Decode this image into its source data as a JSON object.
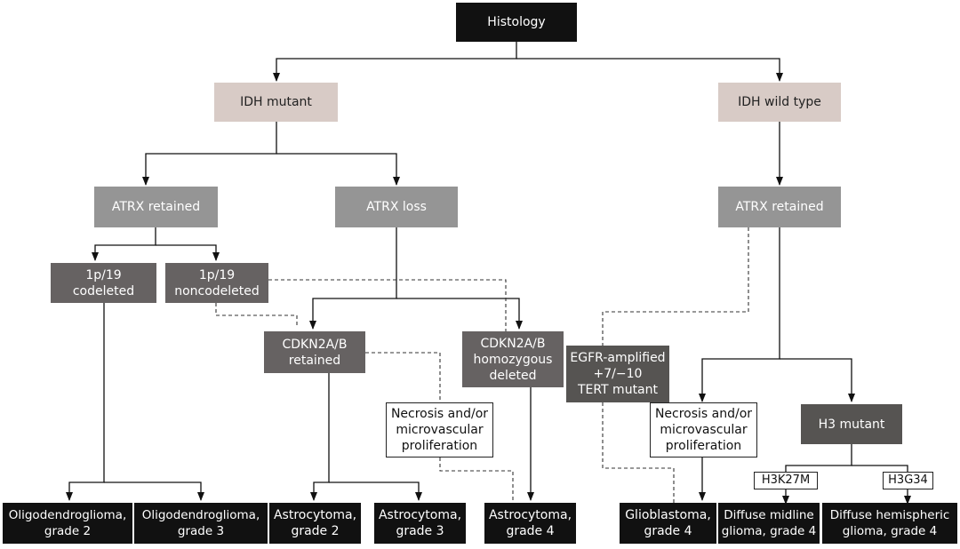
{
  "nodes": {
    "histology": "Histology",
    "idh_mutant": "IDH mutant",
    "idh_wildtype": "IDH wild type",
    "atrx_retained_left": "ATRX retained",
    "atrx_loss": "ATRX loss",
    "atrx_retained_right": "ATRX retained",
    "codeleted": "1p/19\ncodeleted",
    "noncodeleted": "1p/19\nnoncodeleted",
    "cdkn_retained": "CDKN2A/B\nretained",
    "cdkn_deleted": "CDKN2A/B\nhomozygous\ndeleted",
    "egfr": "EGFR-amplified\n+7/−10\nTERT mutant",
    "necrosis_left": "Necrosis and/or\nmicrovascular\nproliferation",
    "necrosis_right": "Necrosis and/or\nmicrovascular\nproliferation",
    "h3_mutant": "H3 mutant",
    "h3k27m": "H3K27M",
    "h3g34": "H3G34",
    "oligo2": "Oligodendroglioma,\ngrade 2",
    "oligo3": "Oligodendroglioma,\ngrade 3",
    "astro2": "Astrocytoma,\ngrade 2",
    "astro3": "Astrocytoma,\ngrade 3",
    "astro4": "Astrocytoma,\ngrade 4",
    "gbm4": "Glioblastoma,\ngrade 4",
    "midline": "Diffuse midline\nglioma, grade 4",
    "hemispheric": "Diffuse hemispheric\nglioma, grade 4"
  }
}
